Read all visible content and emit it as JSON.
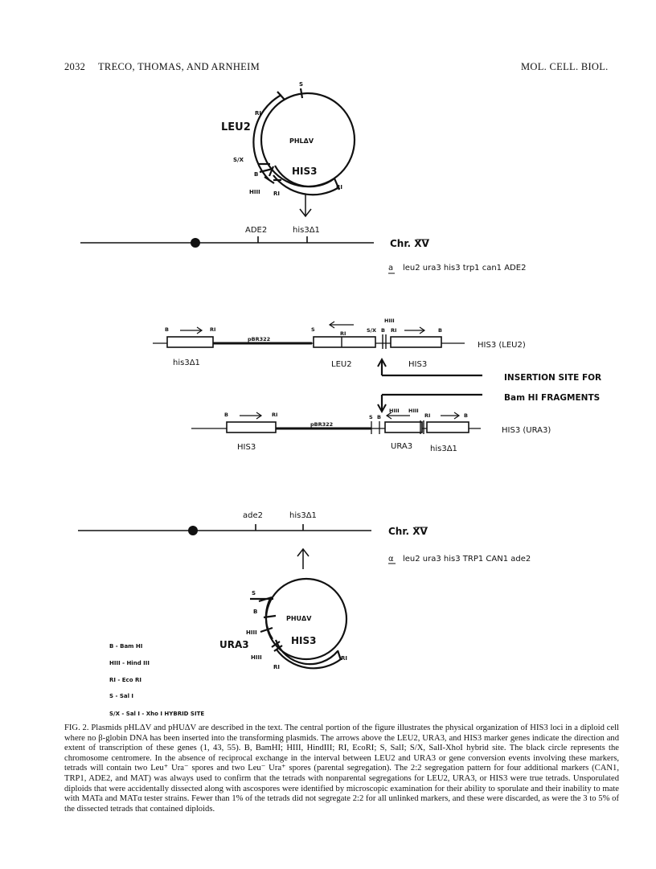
{
  "header": {
    "page_number": "2032",
    "authors": "TRECO, THOMAS, AND ARNHEIM",
    "journal": "MOL. CELL. BIOL."
  },
  "plasmid_top": {
    "name": "PHLΔV",
    "gene_left": "LEU2",
    "gene_inner": "HIS3",
    "sites": [
      "S",
      "RI",
      "S/X",
      "B",
      "HIII",
      "RI",
      "RI"
    ]
  },
  "chromosome_top": {
    "markers": [
      "ADE2",
      "his3Δ1"
    ],
    "label": "Chr. XV",
    "genotype_prefix": "a",
    "genotype": "leu2 ura3 his3 trp1 can1 ADE2"
  },
  "locus_leu2": {
    "sites": [
      "B",
      "RI",
      "S",
      "RI",
      "S/X",
      "B",
      "HIII",
      "RI",
      "B"
    ],
    "vector": "pBR322",
    "genes": [
      "his3Δ1",
      "LEU2",
      "HIS3"
    ],
    "label": "HIS3 (LEU2)"
  },
  "insertion_note": [
    "INSERTION SITE FOR",
    "Bam HI FRAGMENTS"
  ],
  "locus_ura3": {
    "sites": [
      "B",
      "RI",
      "S",
      "B",
      "HIII",
      "HIII",
      "RI",
      "B"
    ],
    "vector": "pBR322",
    "genes": [
      "HIS3",
      "URA3",
      "his3Δ1"
    ],
    "label": "HIS3 (URA3)"
  },
  "chromosome_bottom": {
    "markers": [
      "ade2",
      "his3Δ1"
    ],
    "label": "Chr. XV",
    "genotype_prefix": "α",
    "genotype": "leu2 ura3 his3 TRP1 CAN1 ade2"
  },
  "plasmid_bottom": {
    "name": "PHUΔV",
    "gene_left": "URA3",
    "gene_inner": "HIS3",
    "sites": [
      "S",
      "B",
      "HIII",
      "HIII",
      "RI",
      "RI"
    ]
  },
  "legend": [
    "B - Bam HI",
    "HIII - Hind III",
    "RI - Eco RI",
    "S - Sal I",
    "S/X - Sal I - Xho I HYBRID SITE"
  ],
  "caption": {
    "label": "FIG. 2.",
    "text": "Plasmids pHLΔV and pHUΔV are described in the text. The central portion of the figure illustrates the physical organization of HIS3 loci in a diploid cell where no β-globin DNA has been inserted into the transforming plasmids. The arrows above the LEU2, URA3, and HIS3 marker genes indicate the direction and extent of transcription of these genes (1, 43, 55). B, BamHI; HIII, HindIII; RI, EcoRI; S, SalI; S/X, SalI-XhoI hybrid site. The black circle represents the chromosome centromere. In the absence of reciprocal exchange in the interval between LEU2 and URA3 or gene conversion events involving these markers, tetrads will contain two Leu⁺ Ura⁻ spores and two Leu⁻ Ura⁺ spores (parental segregation). The 2:2 segregation pattern for four additional markers (CAN1, TRP1, ADE2, and MAT) was always used to confirm that the tetrads with nonparental segregations for LEU2, URA3, or HIS3 were true tetrads. Unsporulated diploids that were accidentally dissected along with ascospores were identified by microscopic examination for their ability to sporulate and their inability to mate with MATa and MATα tester strains. Fewer than 1% of the tetrads did not segregate 2:2 for all unlinked markers, and these were discarded, as were the 3 to 5% of the dissected tetrads that contained diploids."
  }
}
